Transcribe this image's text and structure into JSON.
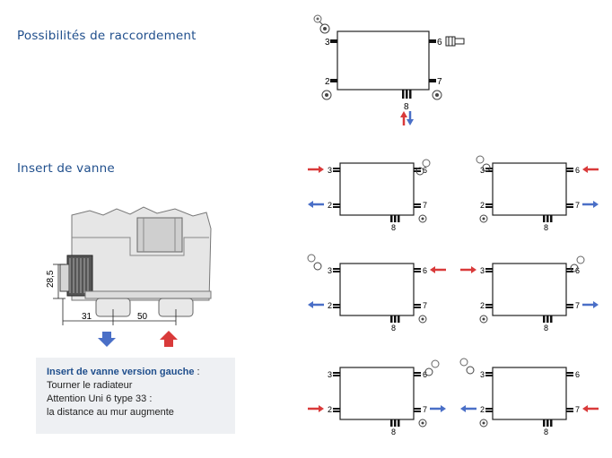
{
  "sections": {
    "raccordement_title": "Possibilités de raccordement",
    "insert_title": "Insert de vanne"
  },
  "dimensions": {
    "height_label": "28,5",
    "dist_a": "31",
    "dist_b": "50"
  },
  "note": {
    "title": "Insert de vanne version gauche",
    "colon": " :",
    "line1": "Tourner le radiateur",
    "line2": "Attention Uni 6 type 33 :",
    "line3": "la distance au mur augmente"
  },
  "ports": {
    "p2": "2",
    "p3": "3",
    "p6": "6",
    "p7": "7",
    "p8": "8"
  },
  "colors": {
    "flow_supply": "#d93a3a",
    "flow_return": "#4a6fc7",
    "title_blue": "#1f4e8c"
  },
  "variants": [
    {
      "name": "top-left",
      "supply": "left-3",
      "return": "left-2"
    },
    {
      "name": "top-right",
      "supply": "right-6",
      "return": "right-7"
    },
    {
      "name": "mid-left",
      "supply": "right-6",
      "return": "left-2"
    },
    {
      "name": "mid-right",
      "supply": "left-3",
      "return": "right-7"
    },
    {
      "name": "bottom-left",
      "supply": "left-2",
      "return": "right-7"
    },
    {
      "name": "bottom-right",
      "supply": "right-7",
      "return": "left-2"
    }
  ]
}
